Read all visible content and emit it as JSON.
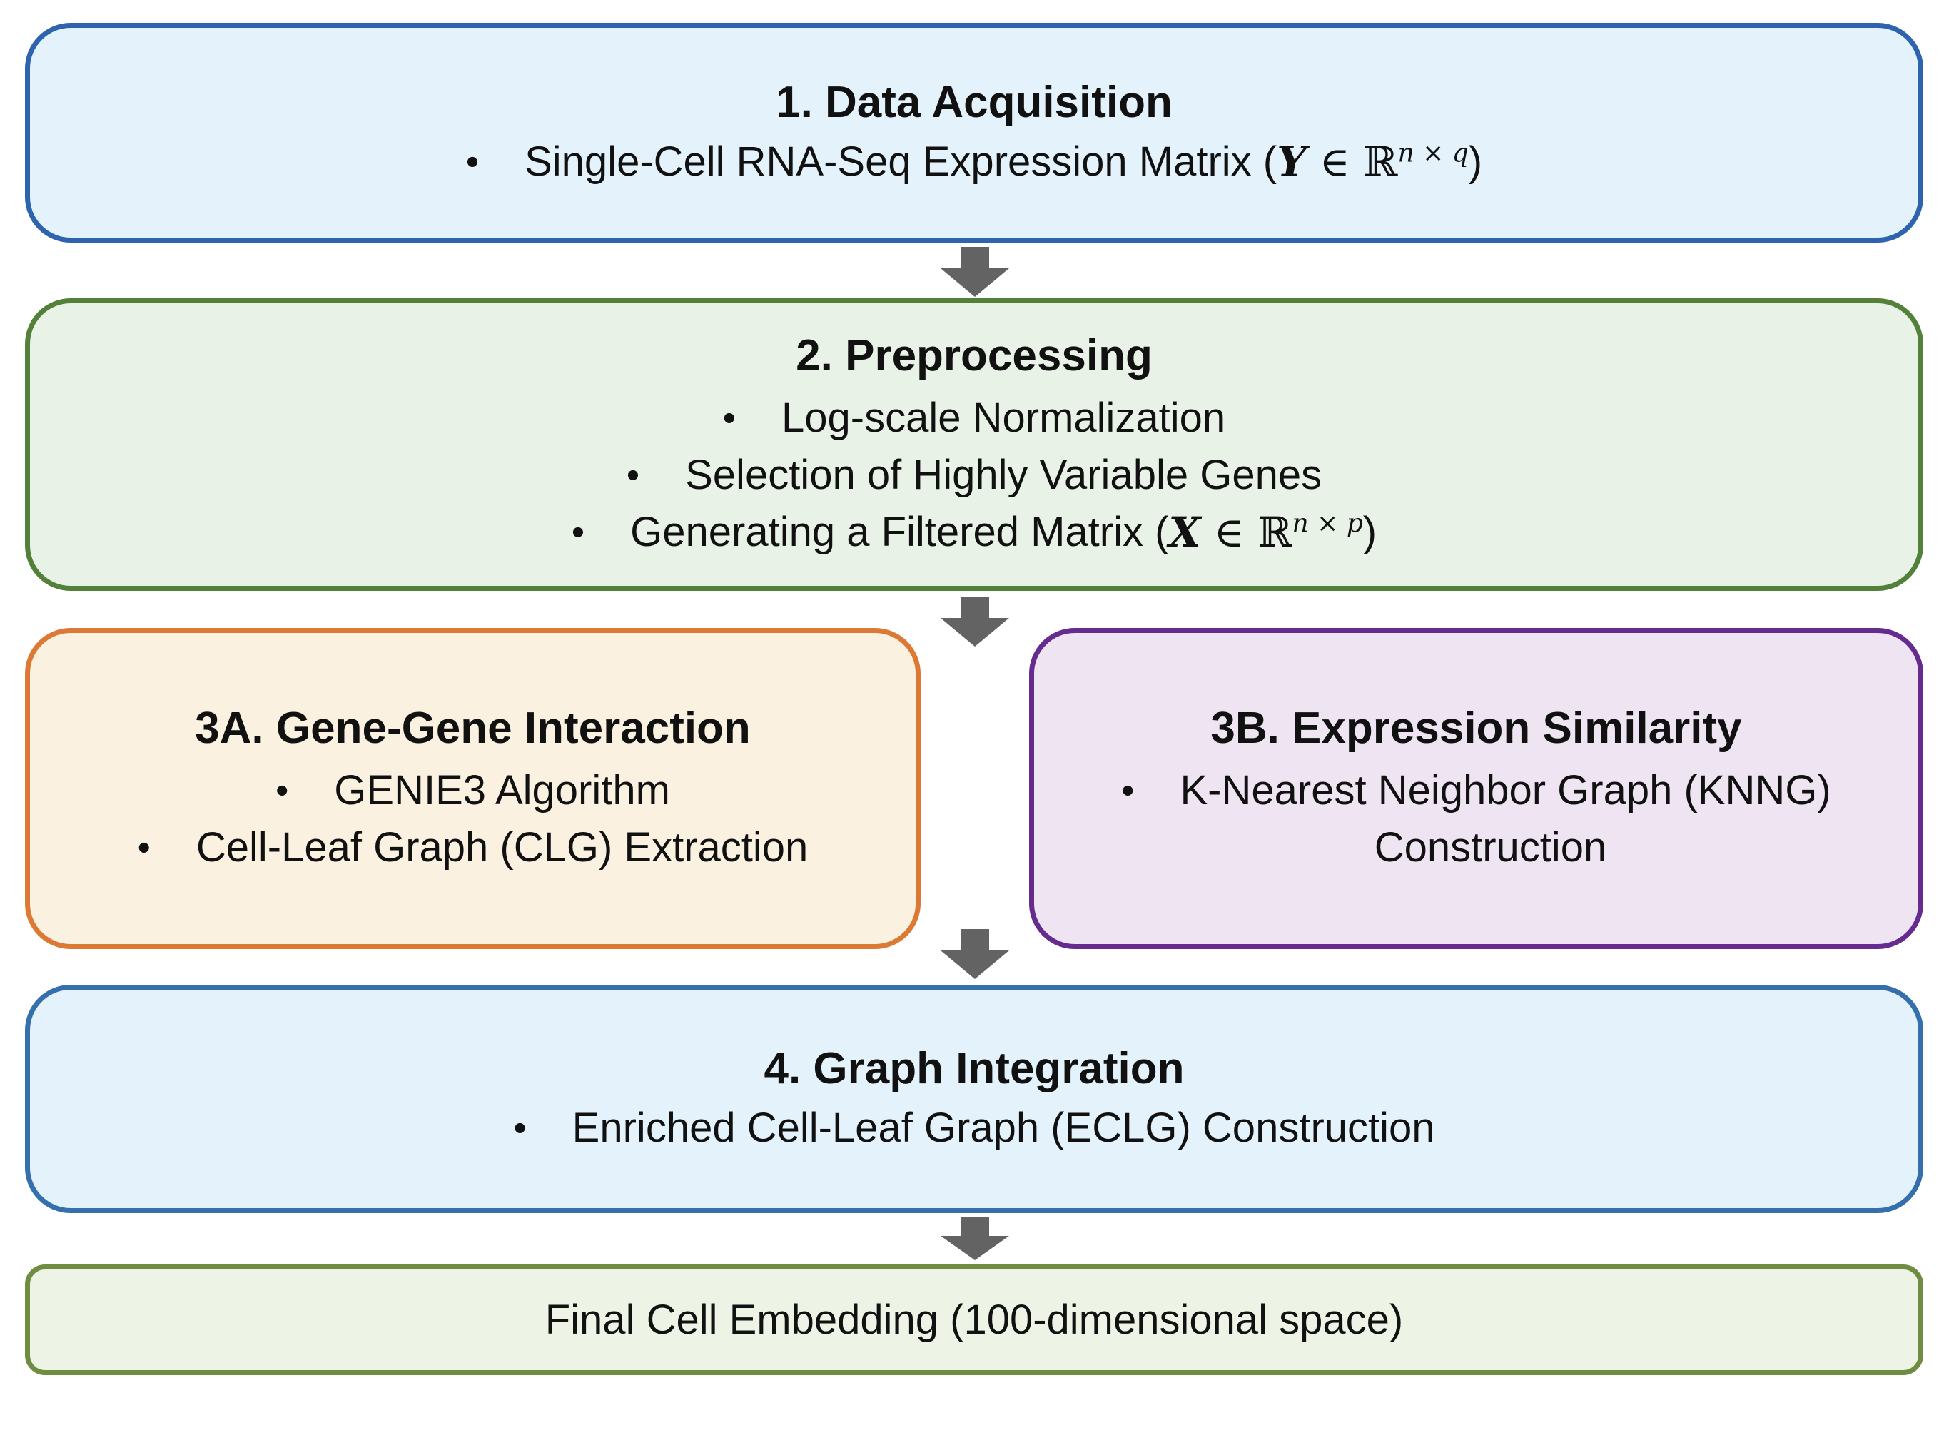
{
  "colors": {
    "box1_fill": "#e3f2fb",
    "box1_border": "#2e63ad",
    "box2_fill": "#e8f2e6",
    "box2_border": "#53813a",
    "box3a_fill": "#fbf1e1",
    "box3a_border": "#dc7a35",
    "box3b_fill": "#efe4f2",
    "box3b_border": "#662b8f",
    "box4_fill": "#e3f2fb",
    "box4_border": "#3670ac",
    "box5_fill": "#eef4e5",
    "box5_border": "#6f8d40",
    "arrow": "#636363"
  },
  "step1": {
    "title": "1.   Data Acquisition",
    "bullet_text": "Single-Cell RNA-Seq Expression Matrix (",
    "math_var": "Y",
    "math_in": " ∈ ℝ",
    "math_sup": "n × q",
    "math_close": ")"
  },
  "step2": {
    "title": "2. Preprocessing",
    "bullets": [
      "Log-scale Normalization",
      "Selection of Highly Variable Genes"
    ],
    "bullet3_text": "Generating a Filtered Matrix (",
    "math_var": "X",
    "math_in": " ∈ ℝ",
    "math_sup": "n × p",
    "math_close": ")"
  },
  "step3a": {
    "title": "3A. Gene-Gene Interaction",
    "bullets": [
      "GENIE3 Algorithm",
      "Cell-Leaf Graph (CLG) Extraction"
    ]
  },
  "step3b": {
    "title": "3B. Expression Similarity",
    "bullet_line1": "K-Nearest Neighbor Graph (KNNG)",
    "bullet_line2": "Construction"
  },
  "step4": {
    "title": "4. Graph Integration",
    "bullets": [
      "Enriched Cell-Leaf Graph (ECLG) Construction"
    ]
  },
  "step5": {
    "label": "Final Cell Embedding (100-dimensional space)"
  }
}
